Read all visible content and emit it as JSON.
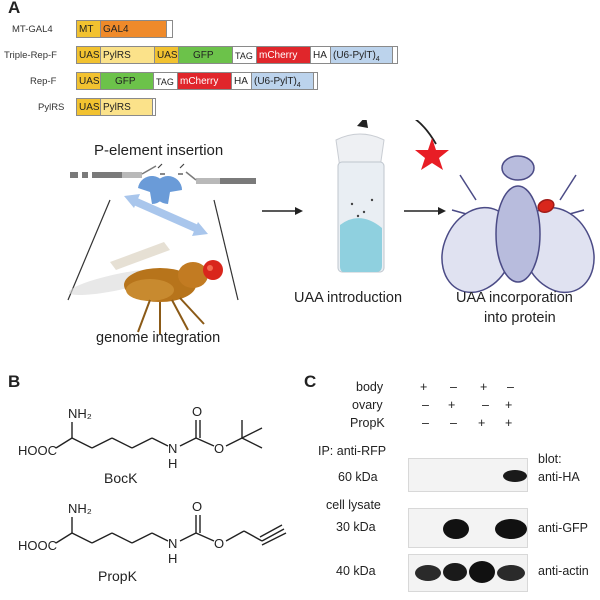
{
  "panels": {
    "a": "A",
    "b": "B",
    "c": "C"
  },
  "constructs": [
    {
      "name": "MT-GAL4",
      "segments": [
        "MT",
        "GAL4"
      ]
    },
    {
      "name": "Triple-Rep-F",
      "segments": [
        "UAS",
        "PylRS",
        "UAS",
        "GFP",
        "TAG",
        "mCherry",
        "HA",
        "(U6-PylT)",
        ""
      ]
    },
    {
      "name": "Rep-F",
      "segments": [
        "UAS",
        "GFP",
        "TAG",
        "mCherry",
        "HA",
        "(U6-PylT)",
        ""
      ]
    },
    {
      "name": "PylRS",
      "segments": [
        "UAS",
        "PylRS",
        ""
      ]
    }
  ],
  "subscript": "4",
  "workflow": {
    "p_element": "P-element insertion",
    "genome": "genome integration",
    "uaa_intro": "UAA introduction",
    "uaa_incorp_1": "UAA incorporation",
    "uaa_incorp_2": "into protein"
  },
  "molecules": {
    "bock": {
      "name": "BocK",
      "nh2": "NH₂",
      "hooc": "HOOC",
      "n": "N",
      "h": "H",
      "o1": "O",
      "o2": "O"
    },
    "propk": {
      "name": "PropK",
      "nh2": "NH₂",
      "hooc": "HOOC",
      "n": "N",
      "h": "H",
      "o1": "O",
      "o2": "O"
    }
  },
  "blot": {
    "rows": [
      {
        "label": "body",
        "signs": [
          "+",
          "–",
          "+",
          "–"
        ]
      },
      {
        "label": "ovary",
        "signs": [
          "–",
          "+",
          "–",
          "+"
        ]
      },
      {
        "label": "PropK",
        "signs": [
          "–",
          "–",
          "+",
          "+"
        ]
      }
    ],
    "ip_label": "IP: anti-RFP",
    "blot_header": "blot:",
    "cell_lysate": "cell lysate",
    "kda_60": "60 kDa",
    "kda_30": "30 kDa",
    "kda_40": "40 kDa",
    "anti_ha": "anti-HA",
    "anti_gfp": "anti-GFP",
    "anti_actin": "anti-actin"
  },
  "colors": {
    "uas": "#f2c230",
    "gal4": "#ef8a2a",
    "pylrs": "#fbe28a",
    "gfp": "#6cc24a",
    "mcherry": "#e0262b",
    "pylt": "#bcd3ec",
    "star": "#e81d25",
    "vial_liquid": "#8fd0df"
  }
}
